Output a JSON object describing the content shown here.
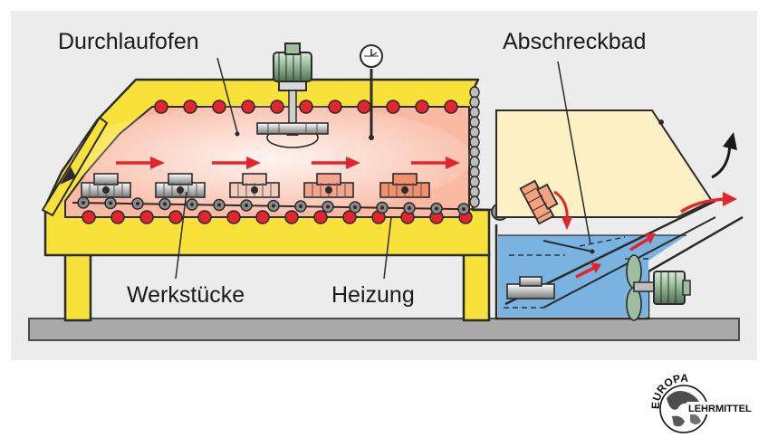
{
  "labels": {
    "furnace": "Durchlaufofen",
    "quench": "Abschreckbad",
    "workpieces": "Werkstücke",
    "heating": "Heizung"
  },
  "logo": {
    "top": "EUROPA",
    "bottom": "LEHRMITTEL"
  },
  "colors": {
    "background": "#ececec",
    "frame": "#f8e23a",
    "frame_stroke": "#2b2b2b",
    "chamber": "#f9b9a3",
    "heater": "#e3262e",
    "arrow": "#e3262e",
    "water": "#7ab3df",
    "tank_top": "#fdf0c4",
    "floor": "#a9a9a9",
    "motor": "#9dbfa0",
    "hot_workpiece": "#f5a37f",
    "cold_workpiece": "#d8d8d8"
  }
}
